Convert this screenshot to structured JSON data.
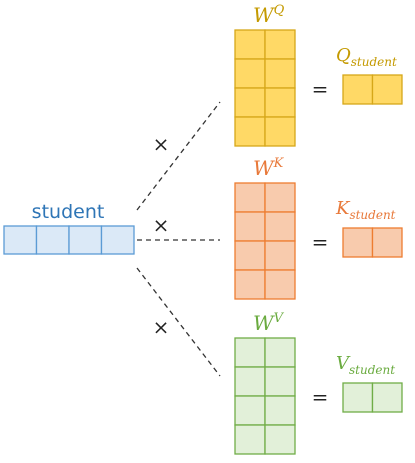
{
  "input": {
    "word": "student",
    "colors": {
      "fill": "#dbe9f7",
      "stroke": "#5b9bd5",
      "text": "#2e75b6"
    }
  },
  "symbols": {
    "times": "×",
    "equals": "="
  },
  "weights": [
    {
      "letter": "W",
      "sup": "Q",
      "result_letter": "Q",
      "result_sub": "student",
      "colors": {
        "fill": "#ffd966",
        "stroke": "#d6a719",
        "text": "#c49a00"
      }
    },
    {
      "letter": "W",
      "sup": "K",
      "result_letter": "K",
      "result_sub": "student",
      "colors": {
        "fill": "#f8cbad",
        "stroke": "#ed7d31",
        "text": "#e8793a"
      }
    },
    {
      "letter": "W",
      "sup": "V",
      "result_letter": "V",
      "result_sub": "student",
      "colors": {
        "fill": "#e2f0d9",
        "stroke": "#70ad47",
        "text": "#6aab3f"
      }
    }
  ]
}
